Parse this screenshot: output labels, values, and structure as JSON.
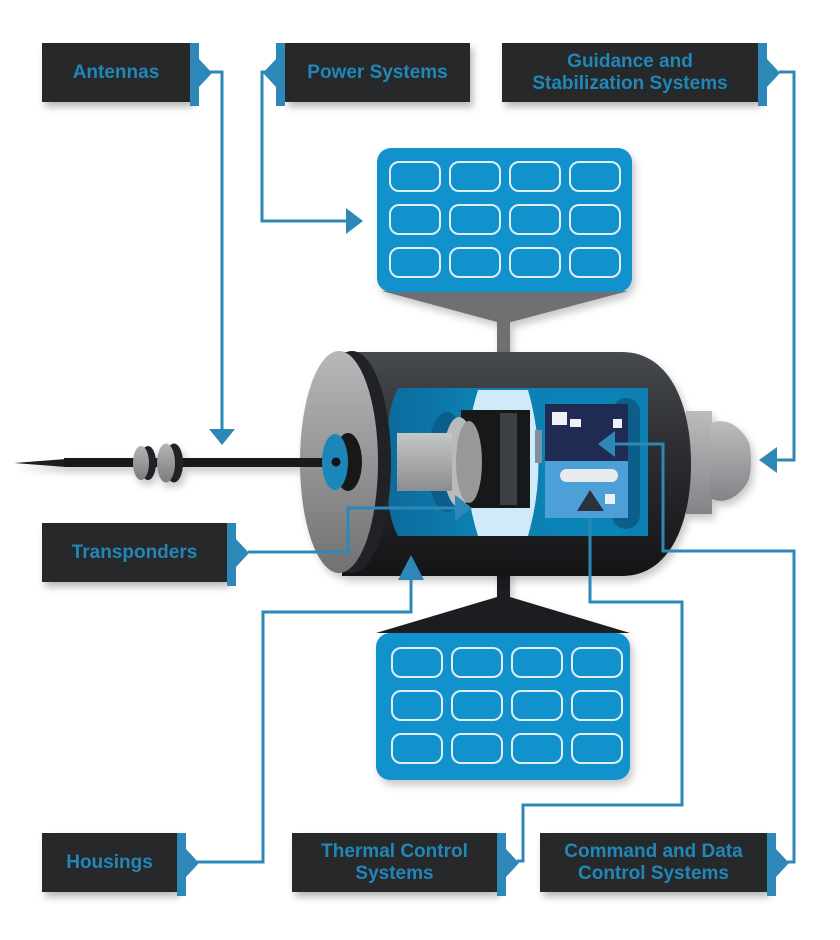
{
  "diagram": {
    "title": "Satellite components cutaway diagram",
    "accent_color": "#2e88b7",
    "label_bg_color": "#26282a",
    "label_text_color": "#2187b8",
    "solar_panel_color": "#1292cc",
    "labels": [
      {
        "id": "antennas",
        "lines": [
          "Antennas"
        ]
      },
      {
        "id": "power-systems",
        "lines": [
          "Power Systems"
        ]
      },
      {
        "id": "guidance-stabilization",
        "lines": [
          "Guidance and",
          "Stabilization Systems"
        ]
      },
      {
        "id": "transponders",
        "lines": [
          "Transponders"
        ]
      },
      {
        "id": "housings",
        "lines": [
          "Housings"
        ]
      },
      {
        "id": "thermal-control",
        "lines": [
          "Thermal Control",
          "Systems"
        ]
      },
      {
        "id": "command-data-control",
        "lines": [
          "Command and Data",
          "Control Systems"
        ]
      }
    ],
    "solar_panels": {
      "rows": 3,
      "cols": 4
    }
  }
}
